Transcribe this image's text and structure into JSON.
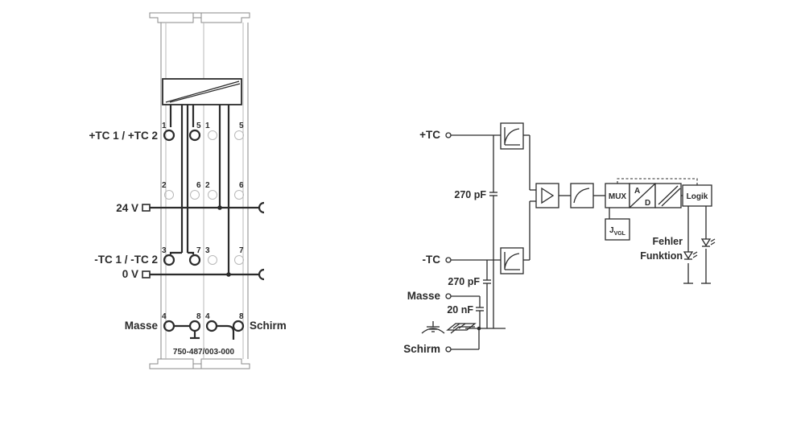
{
  "left": {
    "labels": {
      "tc_plus": "+TC 1 / +TC 2",
      "v24": "24 V",
      "tc_minus": "-TC 1 / -TC 2",
      "v0": "0 V",
      "masse": "Masse",
      "schirm": "Schirm"
    },
    "terminal_numbers": {
      "n1a": "1",
      "n5a": "5",
      "n1b": "1",
      "n5b": "5",
      "n2a": "2",
      "n6a": "6",
      "n2b": "2",
      "n6b": "6",
      "n3a": "3",
      "n7a": "7",
      "n3b": "3",
      "n7b": "7",
      "n4a": "4",
      "n8a": "8",
      "n4b": "4",
      "n8b": "8"
    },
    "part_number": "750-487/003-000"
  },
  "right": {
    "labels": {
      "tc_plus": "+TC",
      "tc_minus": "-TC",
      "masse": "Masse",
      "schirm": "Schirm",
      "cap1": "270 pF",
      "cap2": "270 pF",
      "cap3": "20 nF",
      "mux": "MUX",
      "ad_a": "A",
      "ad_d": "D",
      "logik": "Logik",
      "jvgl": "J",
      "jvgl_sub": "VGL",
      "fehler": "Fehler",
      "funktion": "Funktion"
    }
  }
}
